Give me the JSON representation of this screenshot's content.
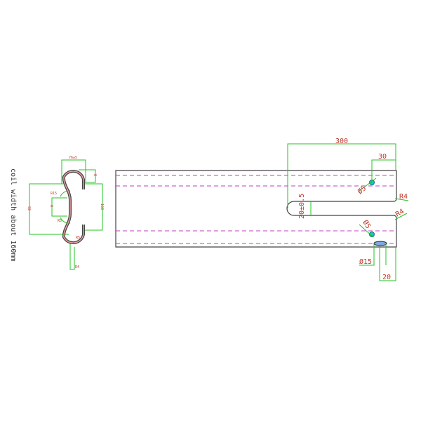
{
  "note": "coil width about 160mm",
  "profile_dims": {
    "top_width": "76±5",
    "top_right": "8",
    "angle_top": "R15",
    "center": "8",
    "angle_bottom": "R5",
    "height_left": "92",
    "height_right": "160",
    "bottom": "R4",
    "bottom_right": "R5"
  },
  "plan_dims": {
    "length": "300",
    "hole_offset": "30",
    "hole_top": "Ø5",
    "slot_width": "20±0.5",
    "radius_top": "R4",
    "radius_bottom": "R4",
    "hole_bottom": "Ø5",
    "oval_hole": "Ø15",
    "oval_offset": "20"
  },
  "colors": {
    "outline": "#444444",
    "dimension": "#22c422",
    "text": "#c0392b",
    "centerline": "#c040c0",
    "hole": "#19c7c0"
  }
}
